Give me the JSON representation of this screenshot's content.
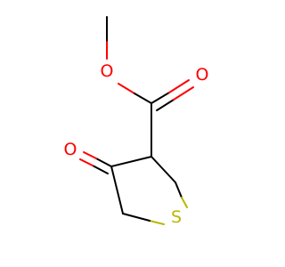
{
  "molecule": {
    "atoms": {
      "ester_oxygen": {
        "label": "O",
        "color": "#ff0000"
      },
      "carbonyl_oxygen": {
        "label": "O",
        "color": "#ff0000"
      },
      "ketone_oxygen": {
        "label": "O",
        "color": "#ff0000"
      },
      "sulfur": {
        "label": "S",
        "color": "#b8b800"
      }
    },
    "bond_color": "#000000"
  }
}
